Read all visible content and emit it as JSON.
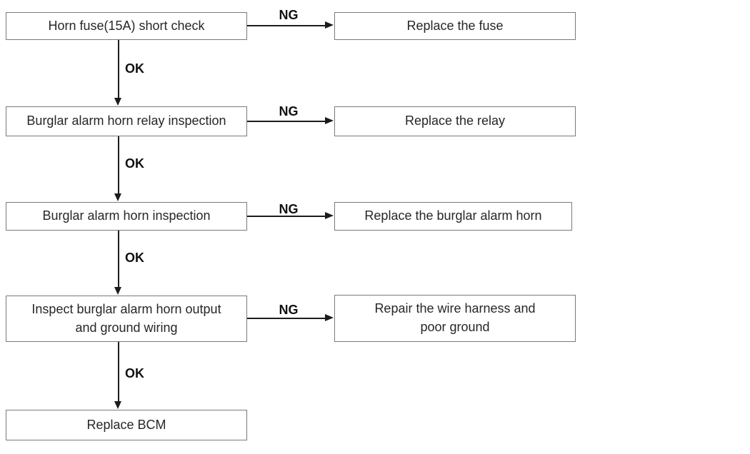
{
  "flowchart": {
    "steps": [
      {
        "check": "Horn fuse(15A) short check",
        "ng_label": "NG",
        "ng_action": "Replace the fuse",
        "ok_label": "OK"
      },
      {
        "check": "Burglar alarm horn relay inspection",
        "ng_label": "NG",
        "ng_action": "Replace the relay",
        "ok_label": "OK"
      },
      {
        "check": "Burglar alarm horn inspection",
        "ng_label": "NG",
        "ng_action": "Replace the burglar alarm horn",
        "ok_label": "OK"
      },
      {
        "check": "Inspect burglar alarm horn output and ground wiring",
        "ng_label": "NG",
        "ng_action": "Repair the wire harness and poor ground",
        "ok_label": "OK"
      },
      {
        "check": "Replace BCM"
      }
    ],
    "colors": {
      "background": "#ffffff",
      "box_border": "#7a7a7a",
      "line": "#1c1c1c",
      "text": "#272727"
    }
  }
}
